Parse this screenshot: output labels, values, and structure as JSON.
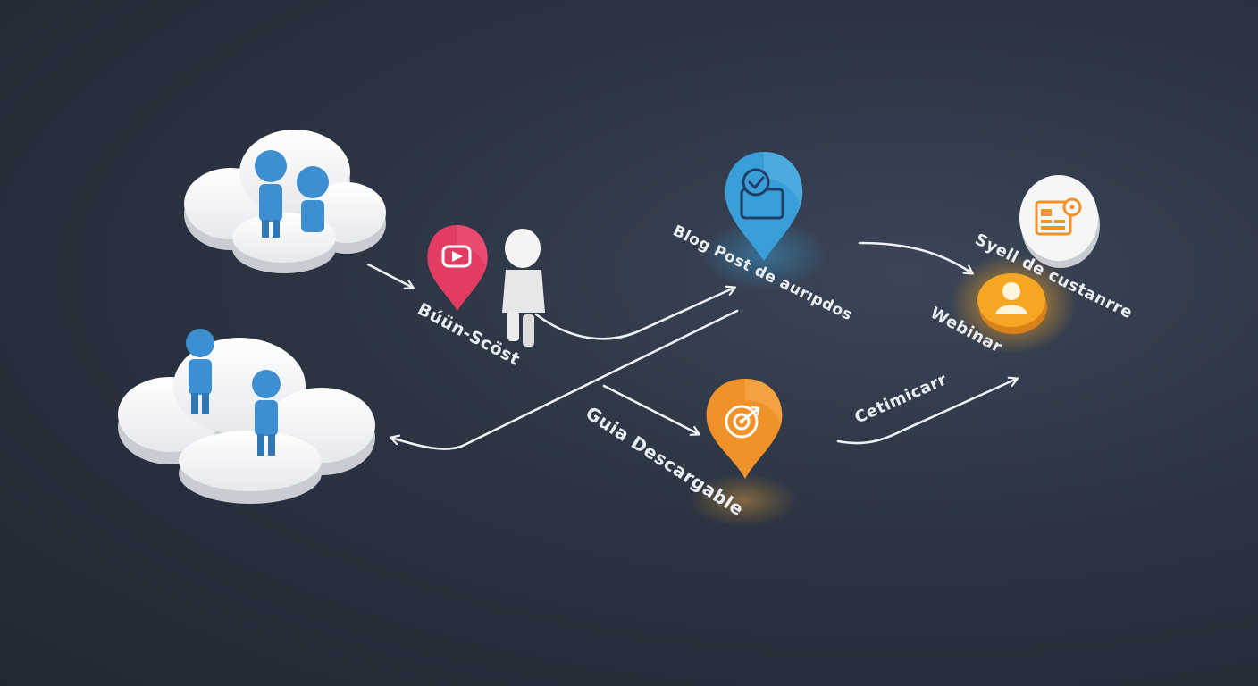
{
  "colors": {
    "background": "#2c3442",
    "cloud": "#f2f3f5",
    "person_blue": "#3d8fd1",
    "person_white": "#f4f4f4",
    "youtube_pin": "#e23c63",
    "blog_pin": "#3a9fd8",
    "guide_pin": "#f0922a",
    "webinar_glow": "#f5a623",
    "arrow": "#eef1f5"
  },
  "icons": {
    "youtube_pin": "play-button-icon",
    "blog_pin": "monitor-check-icon",
    "guide_pin": "target-arrow-icon",
    "webinar_disc": "user-glow-icon",
    "customer_disc": "dashboard-gauge-icon"
  },
  "labels": {
    "youtube": "Búün-Scöst",
    "blog": "Blog Post de aurıpdos",
    "guide": "Guia Descargable",
    "customer": "Syell de custanrre",
    "webinar": "Webinar",
    "certificate": "Cetimicarr"
  }
}
